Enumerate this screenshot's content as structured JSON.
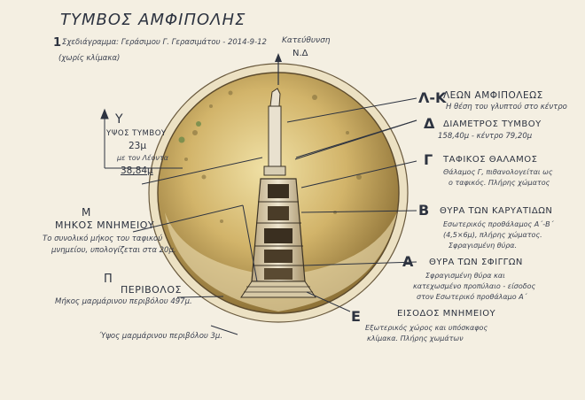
{
  "header": {
    "title": "ΤΥΜΒΟΣ ΑΜΦΙΠΟΛΗΣ",
    "sketch_number": "1",
    "sketch_line": "Σχεδιάγραμμα: Γεράσιμου Γ. Γερασιμάτου - 2014-9-12",
    "scale_note": "(χωρίς κλίμακα)"
  },
  "direction": {
    "line1": "Κατεύθυνση",
    "line2": "Ν.Δ"
  },
  "left": {
    "height": {
      "letter": "Υ",
      "title": "ΥΨΟΣ ΤΥΜΒΟΥ",
      "value": "23μ",
      "with_lion_label": "με τον Λέοντα",
      "with_lion_value": "38,84μ"
    },
    "length": {
      "letter": "Μ",
      "title": "ΜΗΚΟΣ ΜΝΗΜΕΙΟΥ",
      "desc1": "Το συνολικό μήκος του ταφικού",
      "desc2": "μνημείου, υπολογίζεται στα 20μ."
    },
    "perivolos": {
      "letter": "Π",
      "title": "ΠΕΡΙΒΟΛΟΣ",
      "length_line": "Μήκος μαρμάρινου περιβόλου 497μ.",
      "height_line": "Ύψος μαρμάρινου περιβόλου 3μ."
    }
  },
  "right": {
    "lion": {
      "letter": "Λ-Κ",
      "title": "ΛΕΩΝ ΑΜΦΙΠΟΛΕΩΣ",
      "desc": "Η θέση του γλυπτού στο κέντρο"
    },
    "diameter": {
      "letter": "Δ",
      "title": "ΔΙΑΜΕΤΡΟΣ ΤΥΜΒΟΥ",
      "desc": "158,40μ - κέντρο 79,20μ"
    },
    "chamber": {
      "letter": "Γ",
      "title": "ΤΑΦΙΚΟΣ ΘΑΛΑΜΟΣ",
      "desc1": "Θάλαμος Γ, πιθανολογείται ως",
      "desc2": "ο ταφικός. Πλήρης χώματος"
    },
    "caryatids": {
      "letter": "Β",
      "title": "ΘΥΡΑ ΤΩΝ ΚΑΡΥΑΤΙΔΩΝ",
      "desc1": "Εσωτερικός προθάλαμος Α΄-Β΄",
      "desc2": "(4,5×6μ), πλήρης χώματος.",
      "desc3": "Σφραγισμένη θύρα."
    },
    "sphinxes": {
      "letter": "Α",
      "title": "ΘΥΡΑ ΤΩΝ ΣΦΙΓΓΩΝ",
      "desc1": "Σφραγισμένη θύρα και",
      "desc2": "κατεχωσμένο προπύλαιο - είσοδος",
      "desc3": "στον Εσωτερικό προθάλαμο Α΄"
    },
    "entrance": {
      "letter": "Ε",
      "title": "ΕΙΣΟΔΟΣ ΜΝΗΜΕΙΟΥ",
      "desc1": "Εξωτερικός χώρος και υπόσκαφος",
      "desc2": "κλίμακα. Πλήρης χωμάτων"
    }
  },
  "colors": {
    "paper": "#f4efe2",
    "ink": "#2d3340",
    "mound": "#c9ad66",
    "mound_shadow": "#8a6e3a",
    "enclosure": "#e6d6b0"
  }
}
